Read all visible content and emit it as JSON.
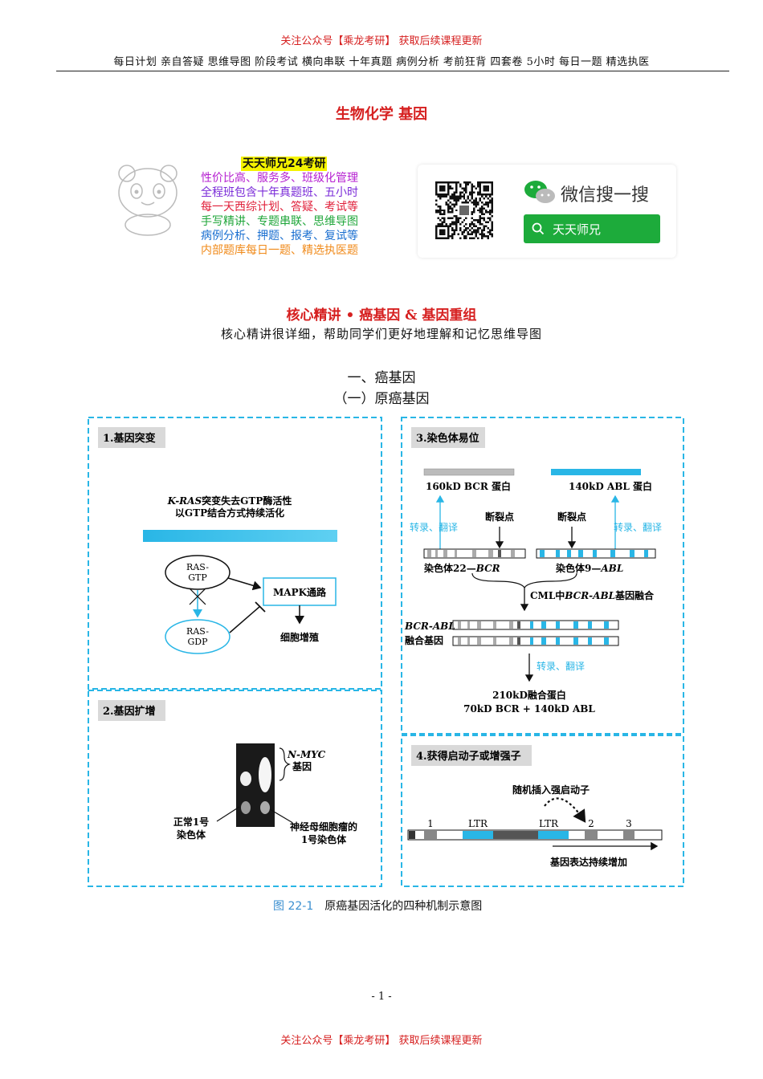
{
  "header": {
    "promo": "关注公众号【乘龙考研】 获取后续课程更新",
    "nav": "每日计划 亲自答疑 思维导图 阶段考试 横向串联 十年真题 病例分析 考前狂背 四套卷 5小时 每日一题 精选执医"
  },
  "document": {
    "title": "生物化学 基因"
  },
  "ad": {
    "title": "天天师兄24考研",
    "lines": [
      {
        "text": "性价比高、服务多、班级化管理",
        "color": "#b51fd1"
      },
      {
        "text": "全程班包含十年真题班、五小时",
        "color": "#7a2bd8"
      },
      {
        "text": "每一天西综计划、答疑、考试等",
        "color": "#e0203a"
      },
      {
        "text": "手写精讲、专题串联、思维导图",
        "color": "#1fa63a"
      },
      {
        "text": "病例分析、押题、报考、复试等",
        "color": "#1a6fd0"
      },
      {
        "text": "内部题库每日一题、精选执医题",
        "color": "#f08a1a"
      }
    ],
    "wechat_search": "微信搜一搜",
    "wechat_account": "天天师兄"
  },
  "section": {
    "title": "核心精讲 • 癌基因 & 基因重组",
    "subtitle": "核心精讲很详细，帮助同学们更好地理解和记忆思维导图"
  },
  "headings": {
    "h1": "一、癌基因",
    "h2": "（一）原癌基因"
  },
  "figure": {
    "panel1": {
      "title": "1.基因突变",
      "desc_line1_italic": "K-RAS",
      "desc_line1": "突变失去GTP酶活性",
      "desc_line2": "以GTP结合方式持续活化",
      "ras_gtp": [
        "RAS-",
        "GTP"
      ],
      "ras_gdp": [
        "RAS-",
        "GDP"
      ],
      "mapk": "MAPK通路",
      "proliferation": "细胞增殖"
    },
    "panel2": {
      "title": "2.基因扩增",
      "nmyc": "N-MYC",
      "gene": "基因",
      "normal": [
        "正常1号",
        "染色体"
      ],
      "neuro": [
        "神经母细胞瘤的",
        "1号染色体"
      ]
    },
    "panel3": {
      "title": "3.染色体易位",
      "bcr_protein": "160kD BCR 蛋白",
      "abl_protein": "140kD ABL 蛋白",
      "transcribe": "转录、翻译",
      "breakpoint": "断裂点",
      "chr22": "染色体22—",
      "chr22_gene": "BCR",
      "chr9": "染色体9—",
      "chr9_gene": "ABL",
      "cml_prefix": "CML中",
      "cml_gene": "BCR-ABL",
      "cml_suffix": "基因融合",
      "fusion_gene_italic": "BCR-ABL",
      "fusion_gene": "融合基因",
      "fusion_protein": "210kD融合蛋白",
      "fusion_parts": "70kD BCR + 140kD ABL"
    },
    "panel4": {
      "title": "4.获得启动子或增强子",
      "insert": "随机插入强启动子",
      "exons": [
        "1",
        "LTR",
        "LTR",
        "2",
        "3"
      ],
      "expression": "基因表达持续增加"
    },
    "caption_num": "图 22-1",
    "caption_text": "原癌基因活化的四种机制示意图"
  },
  "footer": {
    "page": "- 1 -",
    "promo": "关注公众号【乘龙考研】 获取后续课程更新"
  },
  "colors": {
    "accent_red": "#d62020",
    "figure_blue": "#29b6e6",
    "wechat_green": "#1dab3b"
  }
}
